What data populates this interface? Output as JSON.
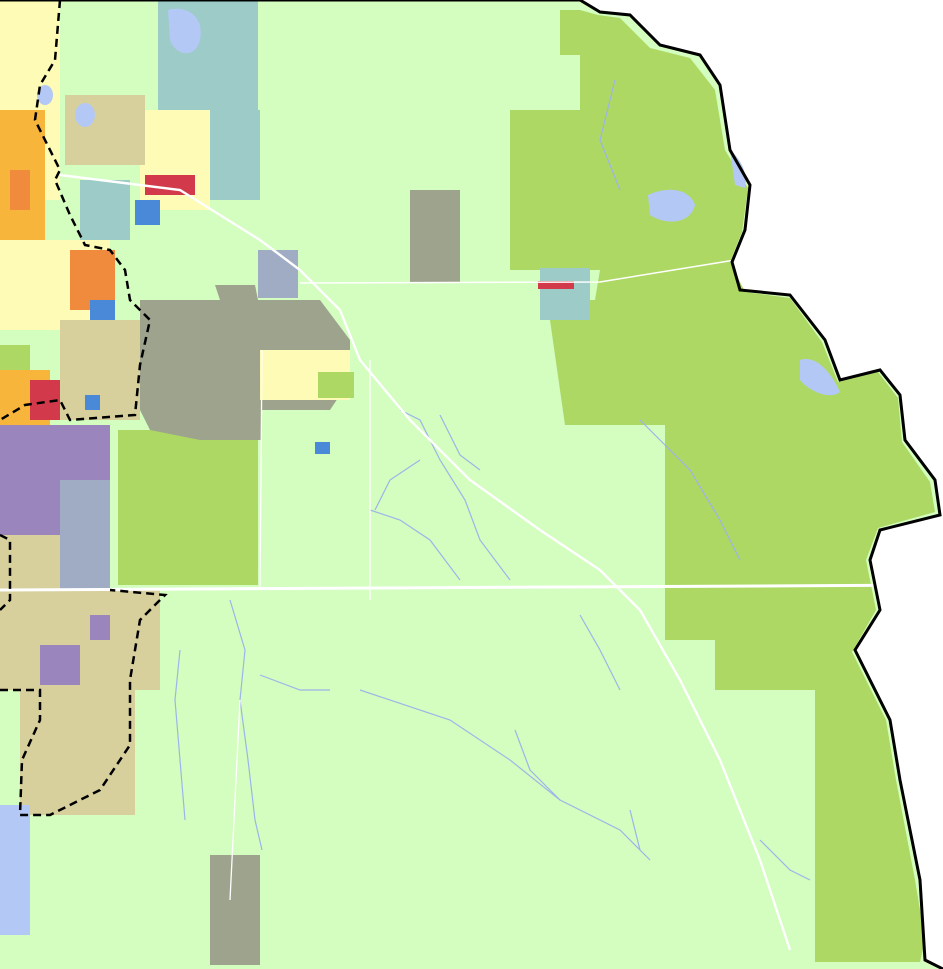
{
  "map": {
    "colors": {
      "background": "#ffffff",
      "rural": "#d4fdc0",
      "conservation": "#add864",
      "public_gray": "#9ea38e",
      "water": "#b4c8f5",
      "teal_residential": "#9ccbc8",
      "light_yellow": "#fdfbb5",
      "tan": "#d7d09c",
      "orange": "#f8b53c",
      "dark_orange": "#f08a3c",
      "red": "#d23a4c",
      "blue": "#4a88d8",
      "purple": "#9a86bc",
      "slate": "#a0acc4",
      "boundary": "#000000",
      "road": "#ffffff",
      "stream": "#9eb4e8"
    },
    "layers": [
      "rural-land",
      "conservation-land",
      "public-facility",
      "urban-land-use",
      "water-bodies",
      "streams",
      "roads",
      "county-boundary",
      "urban-service-boundary"
    ]
  }
}
